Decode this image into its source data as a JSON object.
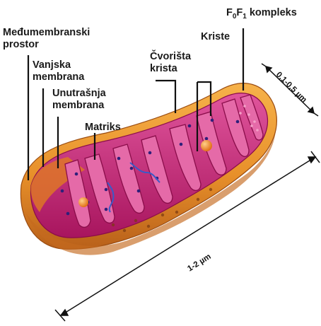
{
  "labels": {
    "intermembrane_line1": "Međumembranski",
    "intermembrane_line2": "prostor",
    "outer_line1": "Vanjska",
    "outer_line2": "membrana",
    "inner_line1": "Unutrašnja",
    "inner_line2": "membrana",
    "matrix": "Matriks",
    "junction_line1": "Čvorišta",
    "junction_line2": "krista",
    "cristae": "Kriste",
    "atp_synthase_prefix": "F",
    "atp_synthase_sub0": "0",
    "atp_synthase_mid": "F",
    "atp_synthase_sub1": "1",
    "atp_synthase_suffix": " kompleks"
  },
  "dimensions": {
    "width": "0,1-0,5 µm",
    "length": "1-2 µm"
  },
  "colors": {
    "outer_membrane": "#e8902a",
    "outer_dark": "#b8601a",
    "inner_membrane": "#c81e78",
    "matrix": "#d8408e",
    "cristae_light": "#e56aa8",
    "granule": "#3a2a8a",
    "ribosome": "#f08a30",
    "dna": "#3a5ac8",
    "leader_line": "#111111"
  }
}
